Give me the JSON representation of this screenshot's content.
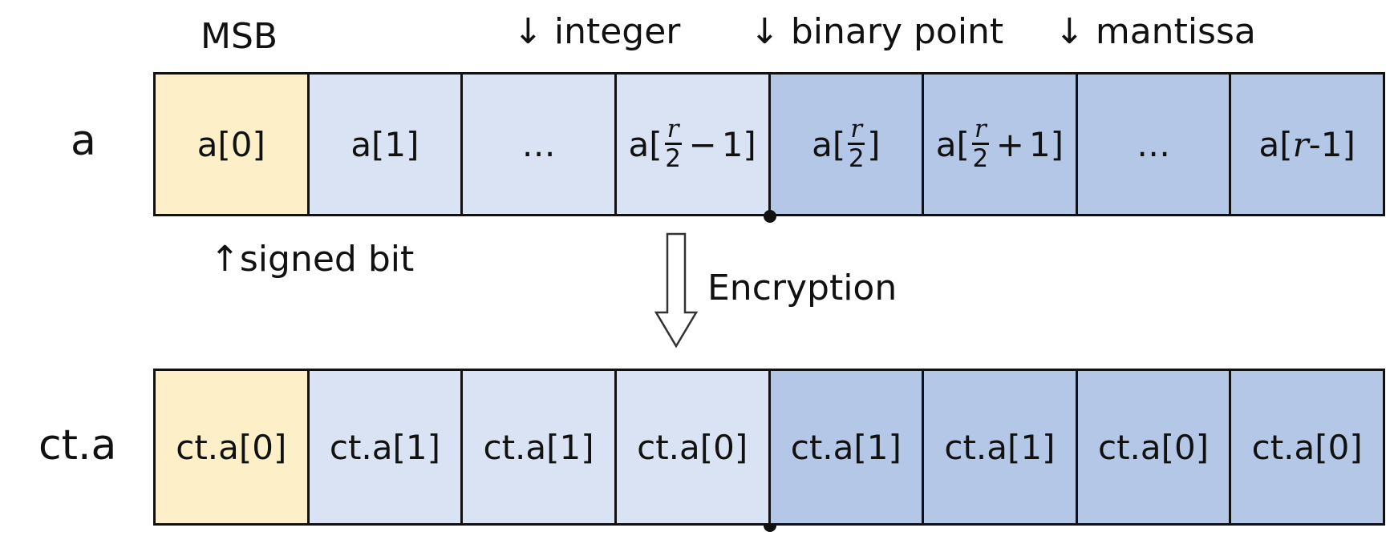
{
  "top_labels": {
    "msb": "MSB",
    "integer": "↓ integer",
    "binary_point": "↓ binary point",
    "mantissa": "↓ mantissa"
  },
  "row_a": {
    "label": "a",
    "cells": {
      "c0": "a[0]",
      "c1": "a[1]",
      "c2": "…",
      "c3_prefix": "a[",
      "c3_num": "r",
      "c3_den": "2",
      "c3_op": "−",
      "c3_tail": "1]",
      "c4_prefix": "a[",
      "c4_num": "r",
      "c4_den": "2",
      "c4_tail": "]",
      "c5_prefix": "a[",
      "c5_num": "r",
      "c5_den": "2",
      "c5_op": "+",
      "c5_tail": "1]",
      "c6": "…",
      "c7_prefix": "a[",
      "c7_var": "r",
      "c7_tail": "-1]"
    }
  },
  "signed_bit": "↑signed bit",
  "encryption": "Encryption",
  "row_ct": {
    "label": "ct.a",
    "cells": [
      "ct.a[0]",
      "ct.a[1]",
      "ct.a[1]",
      "ct.a[0]",
      "ct.a[1]",
      "ct.a[1]",
      "ct.a[0]",
      "ct.a[0]"
    ]
  },
  "colors": {
    "sign_bit": "#fdf0c9",
    "integer_bits": "#dae3f3",
    "fraction_bits": "#b4c7e7",
    "outline": "#111111"
  }
}
